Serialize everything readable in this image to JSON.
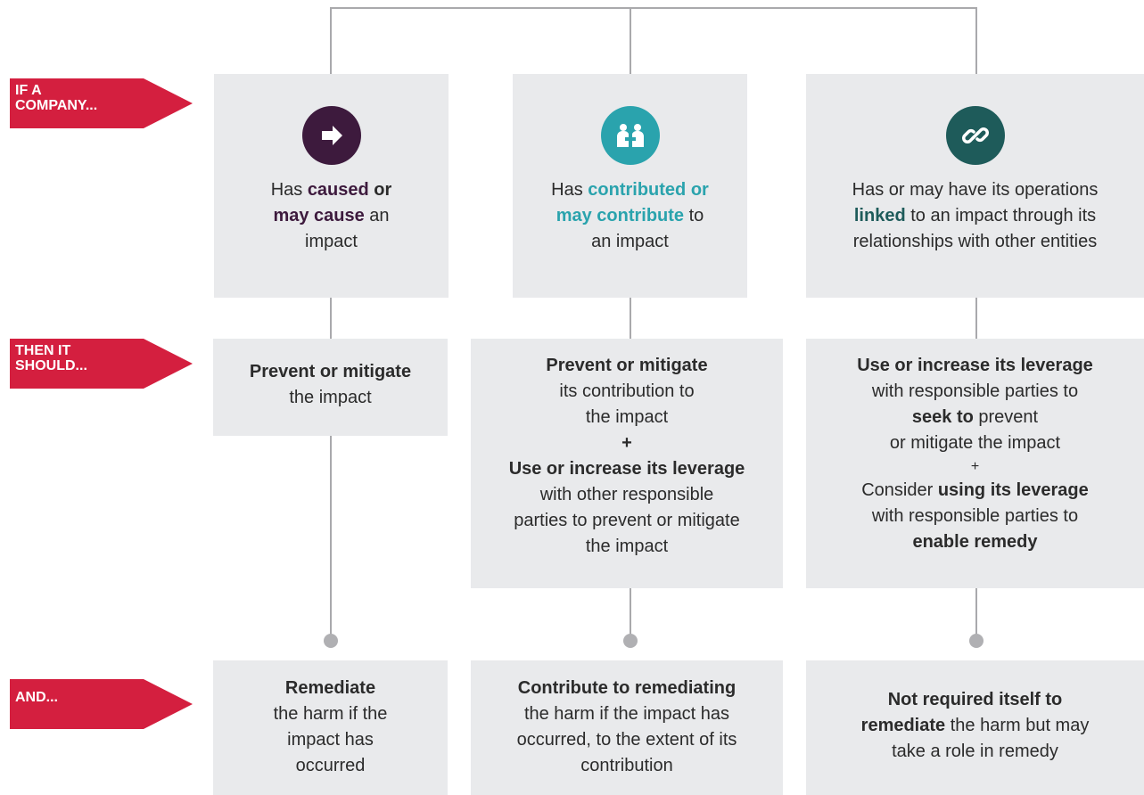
{
  "row_labels": {
    "if": "IF A\nCOMPANY...",
    "then": "THEN IT\nSHOULD...",
    "and": "AND..."
  },
  "colors": {
    "tag": "#d41f3f",
    "box": "#e9eaec",
    "line": "#a9a9ac",
    "purple": "#3d1a3d",
    "teal": "#2aa3ad",
    "dark_teal": "#1e5b5a"
  },
  "icons": {
    "caused": "arrow-right-icon",
    "contributed": "people-handshake-icon",
    "linked": "chain-link-icon"
  },
  "col1": {
    "if": {
      "t1": "Has ",
      "b1": "caused",
      "b2": " or",
      "b3": "may cause",
      "t2": " an",
      "t3": "impact"
    },
    "then": {
      "b1": "Prevent or mitigate",
      "t1": "the impact"
    },
    "and": {
      "b1": "Remediate",
      "t1": "the harm if the",
      "t2": "impact has",
      "t3": "occurred"
    }
  },
  "col2": {
    "if": {
      "t1": "Has ",
      "b1": "contributed or",
      "b2": "may contribute",
      "t2": " to",
      "t3": "an impact"
    },
    "then": {
      "b1": "Prevent or mitigate",
      "t1": "its contribution to",
      "t2": "the impact",
      "plus": "+",
      "b2": "Use or increase its leverage",
      "t3": "with other responsible",
      "t4": "parties to prevent or mitigate",
      "t5": "the impact"
    },
    "and": {
      "b1": "Contribute to remediating",
      "t1": "the harm if the impact has",
      "t2": "occurred, to the extent of its",
      "t3": "contribution"
    }
  },
  "col3": {
    "if": {
      "t1": "Has or may have its operations",
      "b1": "linked",
      "t2": " to an impact through its",
      "t3": "relationships with other entities"
    },
    "then": {
      "b1": "Use or increase its leverage",
      "t1": "with responsible parties to",
      "b2": "seek to",
      "t2": " prevent",
      "t3": "or mitigate the impact",
      "plus": "+",
      "t4": "Consider ",
      "b3": "using its leverage",
      "t5": "with responsible parties to",
      "b4": "enable remedy"
    },
    "and": {
      "b1": "Not required itself to",
      "b2": "remediate",
      "t1": " the harm but may",
      "t2": "take a role in remedy"
    }
  }
}
